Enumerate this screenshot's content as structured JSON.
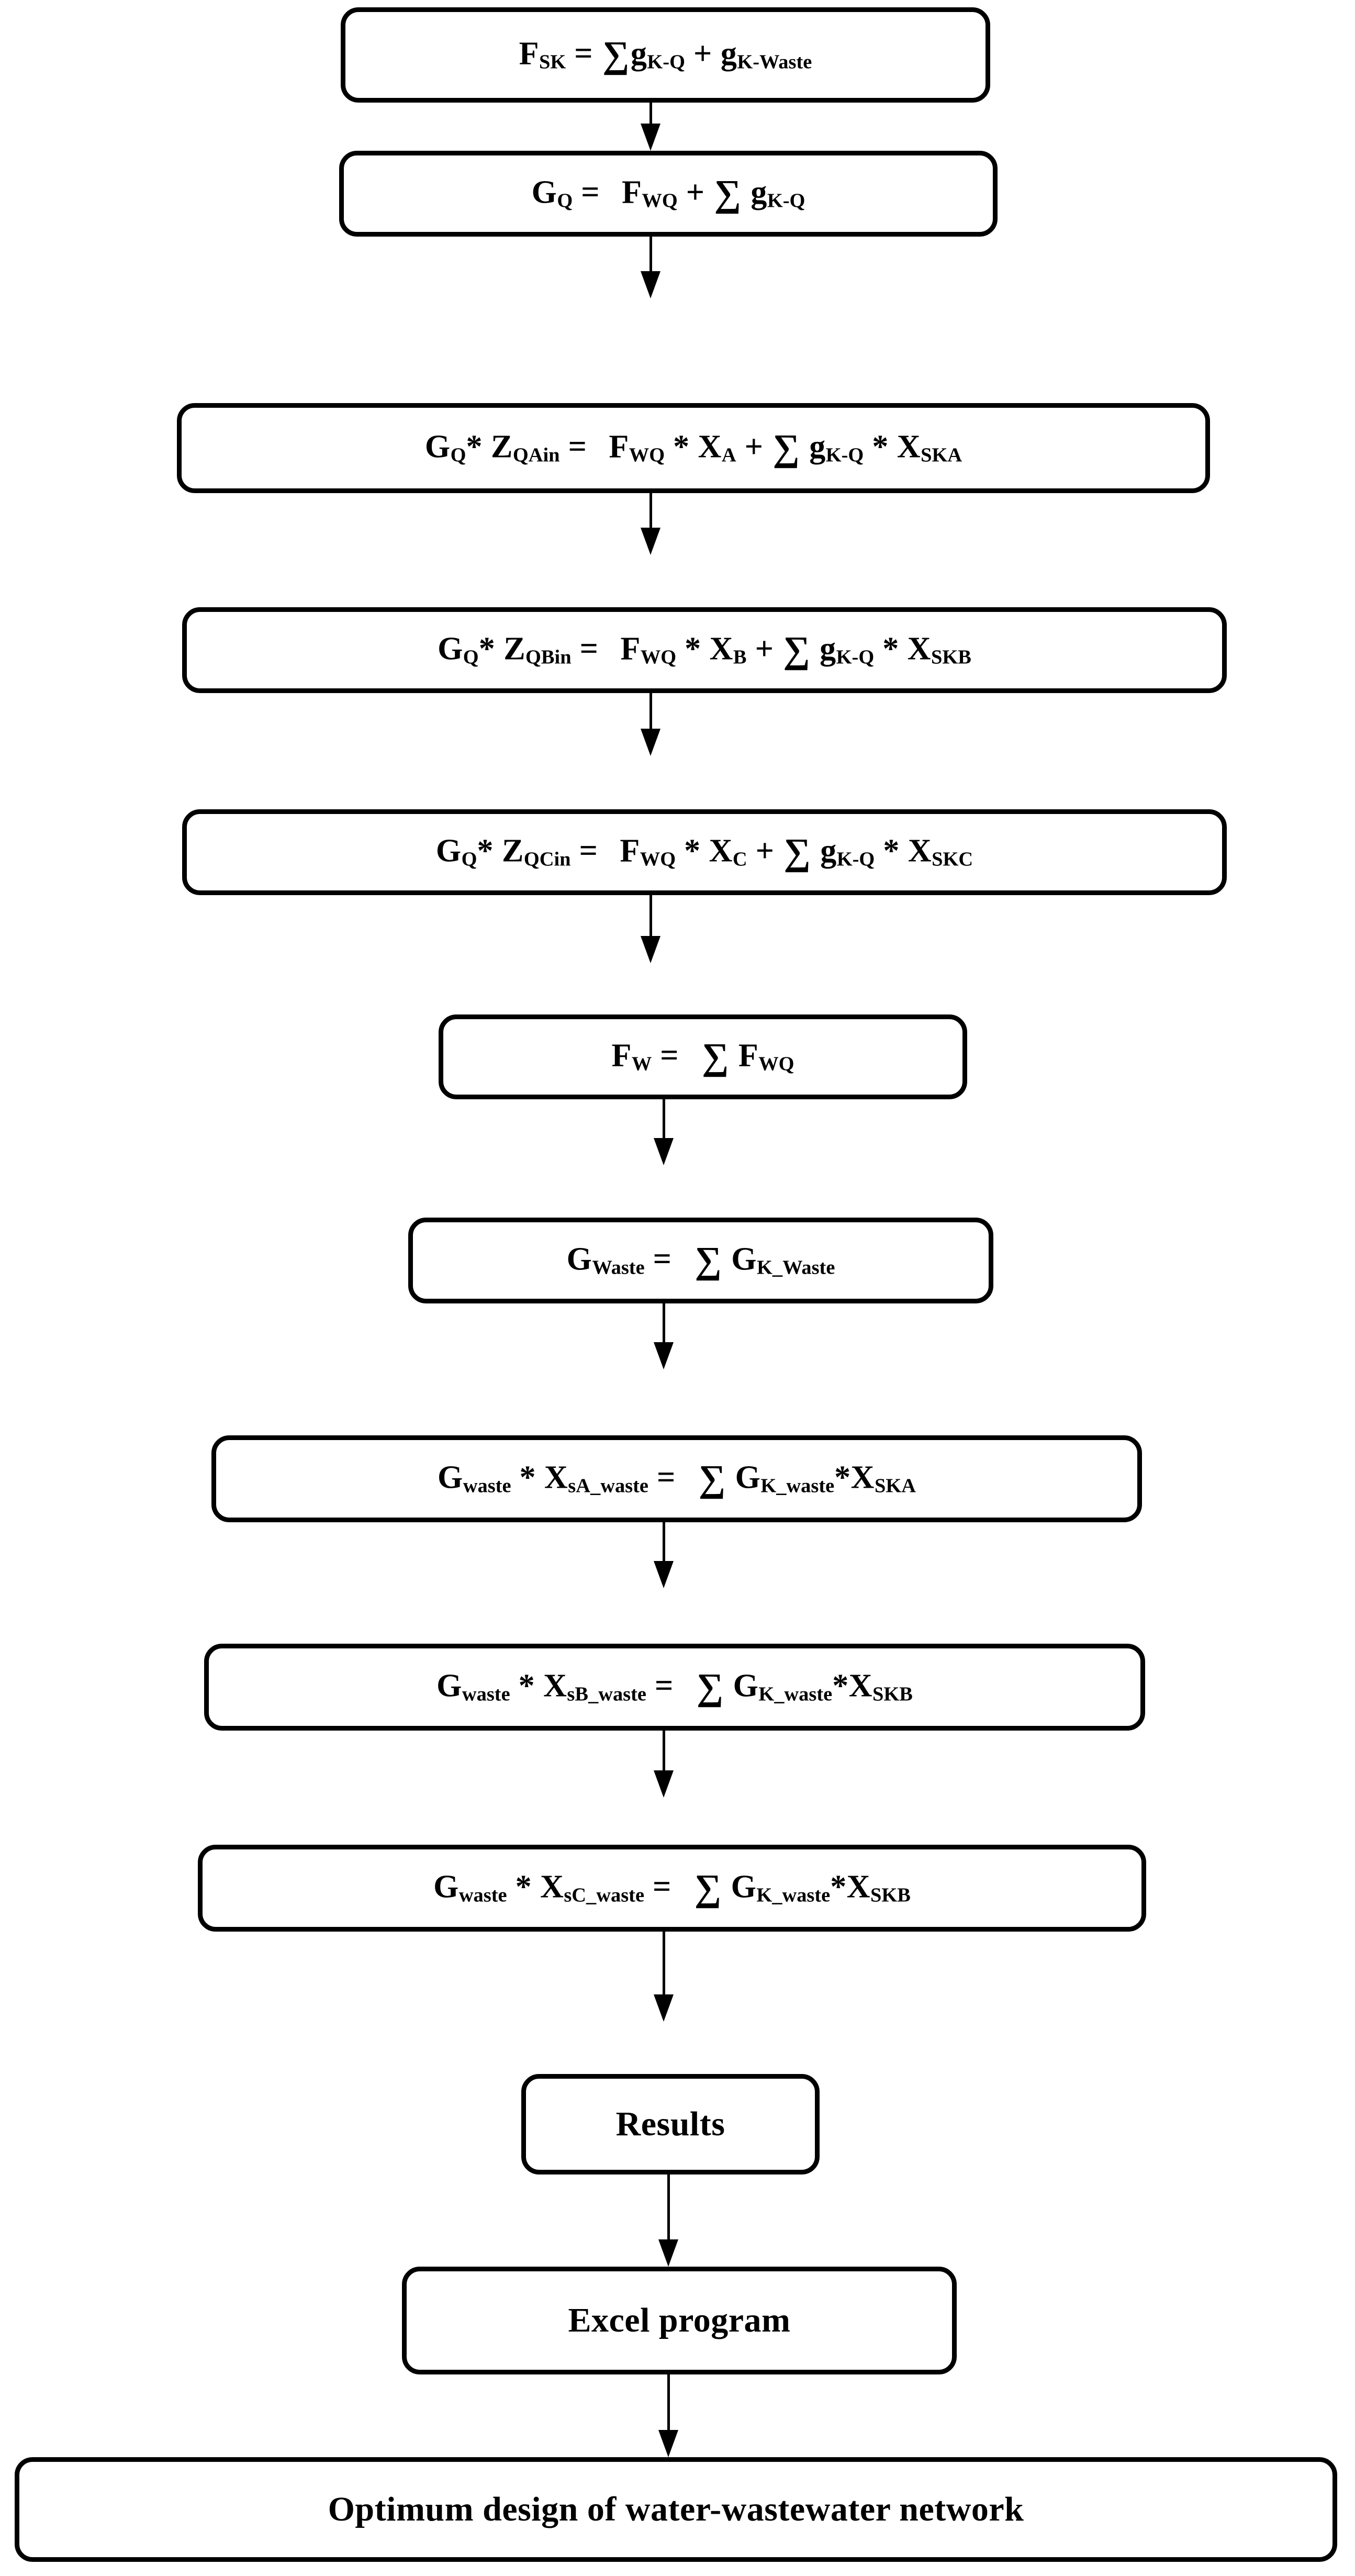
{
  "diagram": {
    "title": "Optimum design of water-wastewater network flowchart",
    "type": "flowchart",
    "orientation": "top-to-bottom",
    "node_count": 13,
    "arrow_count": 12,
    "line_color": "#000000",
    "fill_color": "#ffffff",
    "background": "#ffffff"
  },
  "nodes": [
    {
      "id": "node-1",
      "name": "equation-fsk",
      "plain_text": "F_SK = ∑ g_K-Q + g_K-Waste",
      "parts": {
        "lhs_var": "F",
        "lhs_sub": "SK",
        "equals": "=",
        "sigma": "∑",
        "t1_var": "g",
        "t1_sub": "K-Q",
        "plus": "+",
        "t2_var": "g",
        "t2_sub": "K-Waste"
      }
    },
    {
      "id": "node-2",
      "name": "equation-gq",
      "plain_text": "G_Q = F_WQ + ∑ g_K-Q",
      "parts": {
        "lhs_var": "G",
        "lhs_sub": "Q",
        "equals": "=",
        "t1_var": "F",
        "t1_sub": "WQ",
        "plus": "+",
        "sigma": "∑",
        "t2_var": "g",
        "t2_sub": "K-Q"
      }
    },
    {
      "id": "node-3",
      "name": "equation-gq-zqain",
      "plain_text": "G_Q* Z_QAin = F_WQ * X_A + ∑ g_K-Q * X_SKA",
      "parts": {
        "lhs_var": "G",
        "lhs_sub": "Q",
        "star1": "*",
        "lhs2_var": "Z",
        "lhs2_sub": "QAin",
        "equals": "=",
        "t1_var": "F",
        "t1_sub": "WQ",
        "star2": "*",
        "t2_var": "X",
        "t2_sub": "A",
        "plus": "+",
        "sigma": "∑",
        "t3_var": "g",
        "t3_sub": "K-Q",
        "star3": "*",
        "t4_var": "X",
        "t4_sub": "SKA"
      }
    },
    {
      "id": "node-4",
      "name": "equation-gq-zqbin",
      "plain_text": "G_Q* Z_QBin = F_WQ * X_B + ∑ g_K-Q * X_SKB",
      "parts": {
        "lhs_var": "G",
        "lhs_sub": "Q",
        "star1": "*",
        "lhs2_var": "Z",
        "lhs2_sub": "QBin",
        "equals": "=",
        "t1_var": "F",
        "t1_sub": "WQ",
        "star2": "*",
        "t2_var": "X",
        "t2_sub": "B",
        "plus": "+",
        "sigma": "∑",
        "t3_var": "g",
        "t3_sub": "K-Q",
        "star3": "*",
        "t4_var": "X",
        "t4_sub": "SKB"
      }
    },
    {
      "id": "node-5",
      "name": "equation-gq-zqcin",
      "plain_text": "G_Q* Z_QCin = F_WQ * X_C + ∑ g_K-Q * X_SKC",
      "parts": {
        "lhs_var": "G",
        "lhs_sub": "Q",
        "star1": "*",
        "lhs2_var": "Z",
        "lhs2_sub": "QCin",
        "equals": "=",
        "t1_var": "F",
        "t1_sub": "WQ",
        "star2": "*",
        "t2_var": "X",
        "t2_sub": "C",
        "plus": "+",
        "sigma": "∑",
        "t3_var": "g",
        "t3_sub": "K-Q",
        "star3": "*",
        "t4_var": "X",
        "t4_sub": "SKC"
      }
    },
    {
      "id": "node-6",
      "name": "equation-fw",
      "plain_text": "F_W = ∑ F_WQ",
      "parts": {
        "lhs_var": "F",
        "lhs_sub": "W",
        "equals": "=",
        "sigma": "∑",
        "t1_var": "F",
        "t1_sub": "WQ"
      }
    },
    {
      "id": "node-7",
      "name": "equation-gwaste",
      "plain_text": "G_Waste = ∑ G_K_Waste",
      "parts": {
        "lhs_var": "G",
        "lhs_sub": "Waste",
        "equals": "=",
        "sigma": "∑",
        "t1_var": "G",
        "t1_sub": "K_Waste"
      }
    },
    {
      "id": "node-8",
      "name": "equation-gwaste-xsa",
      "plain_text": "G_waste * X_sA_waste = ∑ G_K_waste*X_SKA",
      "parts": {
        "lhs_var": "G",
        "lhs_sub": "waste",
        "star1": "*",
        "lhs2_var": "X",
        "lhs2_sub": "sA_waste",
        "equals": "=",
        "sigma": "∑",
        "t1_var": "G",
        "t1_sub": "K_waste",
        "star2": "*",
        "t2_var": "X",
        "t2_sub": "SKA"
      }
    },
    {
      "id": "node-9",
      "name": "equation-gwaste-xsb",
      "plain_text": "G_waste * X_sB_waste = ∑ G_K_waste*X_SKB",
      "parts": {
        "lhs_var": "G",
        "lhs_sub": "waste",
        "star1": "*",
        "lhs2_var": "X",
        "lhs2_sub": "sB_waste",
        "equals": "=",
        "sigma": "∑",
        "t1_var": "G",
        "t1_sub": "K_waste",
        "star2": "*",
        "t2_var": "X",
        "t2_sub": "SKB"
      }
    },
    {
      "id": "node-10",
      "name": "equation-gwaste-xsc",
      "plain_text": "G_waste * X_sC_waste = ∑ G_K_waste*X_SKB",
      "parts": {
        "lhs_var": "G",
        "lhs_sub": "waste",
        "star1": "*",
        "lhs2_var": "X",
        "lhs2_sub": "sC_waste",
        "equals": "=",
        "sigma": "∑",
        "t1_var": "G",
        "t1_sub": "K_waste",
        "star2": "*",
        "t2_var": "X",
        "t2_sub": "SKB"
      }
    },
    {
      "id": "node-11",
      "name": "results-step",
      "plain_text": "Results",
      "label": "Results"
    },
    {
      "id": "node-12",
      "name": "excel-program-step",
      "plain_text": "Excel program",
      "label": "Excel program"
    },
    {
      "id": "node-13",
      "name": "optimum-design-outcome",
      "plain_text": "Optimum design of water-wastewater network",
      "label": "Optimum design of water-wastewater network"
    }
  ],
  "flow_sequence": [
    "equation-fsk",
    "equation-gq",
    "equation-gq-zqain",
    "equation-gq-zqbin",
    "equation-gq-zqcin",
    "equation-fw",
    "equation-gwaste",
    "equation-gwaste-xsa",
    "equation-gwaste-xsb",
    "equation-gwaste-xsc",
    "results-step",
    "excel-program-step",
    "optimum-design-outcome"
  ]
}
